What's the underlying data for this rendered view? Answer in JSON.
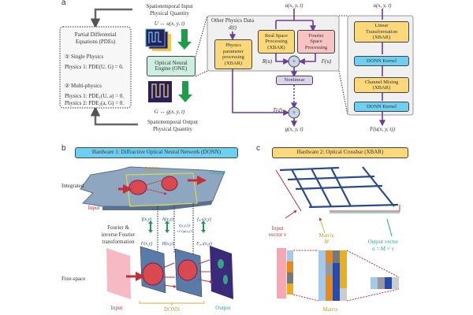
{
  "panel_a": {
    "label": "a",
    "pde_box": {
      "title_line1": "Partial Differential",
      "title_line2": "Equations (PDEs)",
      "single_heading": "① Single Physics",
      "single_eq": "Physics 1: PDE(U, G) = 0.",
      "multi_heading": "② Multi-physics",
      "multi_eq1": "Physics 1: PDE₁(U, a) = 0.",
      "multi_eq2": "Physics 2: PDE₂(a, G) = 0."
    },
    "input_title1": "Spatiotemporal Input",
    "input_title2": "Physical Quantity",
    "input_symbol": "U ↔ u(x, y, t)",
    "one_line1": "Optical Neural",
    "one_line2": "Engine (ONE)",
    "output_symbol": "G ↔ g(x, y, t)",
    "output_title1": "Spatiotemporal Output",
    "output_title2": "Physical Quantity",
    "other_physics": "Other Physics Data",
    "d_symbol": "d(t)",
    "physics_param": [
      "Physics",
      "parameter",
      "processing",
      "(XBAR)"
    ],
    "u_top": "u(x, y, t)",
    "real_space": [
      "Real Space",
      "Processing",
      "(XBAR)"
    ],
    "fourier_space": [
      "Fourier",
      "Space",
      "Processing"
    ],
    "r_u": "R(u)",
    "f_u": "F(u)",
    "plus": "+",
    "nonlinear": "Nonlinear",
    "t_d": "T(d)",
    "times": "×",
    "g_out": "g(x, y, t)",
    "kernel": {
      "u_in": "u(x, y, t)",
      "linear": [
        "Linear",
        "Transformation",
        "(XBAR)"
      ],
      "donn1": "DONN Kernel",
      "channel": [
        "Channel Mixing",
        "(XBAR)"
      ],
      "donn2": "DONN Kernel",
      "out": "F(u(x, y, t))"
    },
    "colors": {
      "purple": "#6a3d9a",
      "green": "#1e9e4a",
      "yellow": "#fbd87a",
      "pink": "#f7c3c3",
      "blue": "#6fcff0"
    }
  },
  "panel_b": {
    "label": "b",
    "title": "Hardware 1: Diffractive Optical Neural Network (DONN)",
    "integrated": "Integrated",
    "input_top": "Input",
    "donn_top": "DONN",
    "output_top": "Output",
    "f_xy": "f(x,y)",
    "h_xy": "h(x,y)",
    "t_xy": "t(x,y,3)",
    "t_xy_sub": "=e^{jφ(x,y)}",
    "fout_xy": "fₒᵤₜ(x,y)",
    "F_xy": "F(x,y)",
    "H_xy": "H(x,y)",
    "Fout_xy": "Fₒᵤₜ(x,y)",
    "fourier_line1": "Fourier &",
    "fourier_line2": "inverse Fourier",
    "fourier_line3": "transformation",
    "free_space": "Free-space",
    "input_bottom": "Input",
    "donn_bottom": "DONN",
    "output_bottom": "Output"
  },
  "panel_c": {
    "label": "c",
    "title": "Hardware 2: Optical Crossbar (XBAR)",
    "input_vector1": "Input",
    "input_vector2": "vector v",
    "matrix_m1": "Matrix",
    "matrix_m2": "M",
    "output_vector1": "Output vector",
    "output_vector2": "o = M × v",
    "matrix_bottom": "Matrix"
  }
}
